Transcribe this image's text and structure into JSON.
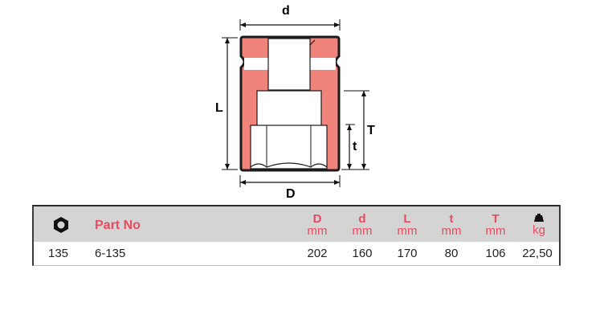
{
  "diagram": {
    "labels": {
      "d": "d",
      "L": "L",
      "T": "T",
      "t": "t",
      "D": "D"
    },
    "fill_color": "#f0837a",
    "outline_color": "#1a1a1a"
  },
  "table": {
    "header": {
      "hex_icon": "hexagon-nut-icon",
      "part_no": "Part No",
      "columns": [
        {
          "label": "D",
          "unit": "mm"
        },
        {
          "label": "d",
          "unit": "mm"
        },
        {
          "label": "L",
          "unit": "mm"
        },
        {
          "label": "t",
          "unit": "mm"
        },
        {
          "label": "T",
          "unit": "mm"
        },
        {
          "label": "weight-icon",
          "unit": "kg"
        }
      ],
      "accent_color": "#e84a5f",
      "background": "#d4d4d4"
    },
    "rows": [
      {
        "size": "135",
        "part_no": "6-135",
        "D": "202",
        "d": "160",
        "L": "170",
        "t": "80",
        "T": "106",
        "kg": "22,50"
      }
    ]
  }
}
